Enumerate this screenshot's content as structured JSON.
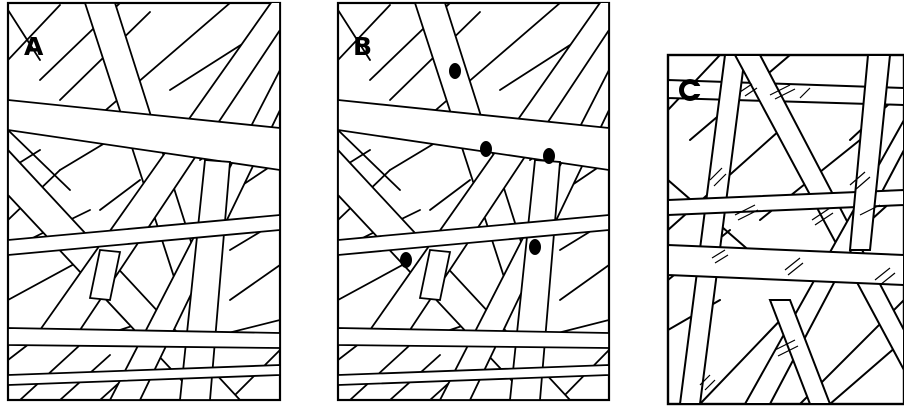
{
  "panels": [
    {
      "id": "A",
      "label": "A"
    },
    {
      "id": "B",
      "label": "B"
    },
    {
      "id": "C",
      "label": "C"
    }
  ],
  "colors": {
    "ink": "#000000",
    "paper": "#ffffff"
  }
}
